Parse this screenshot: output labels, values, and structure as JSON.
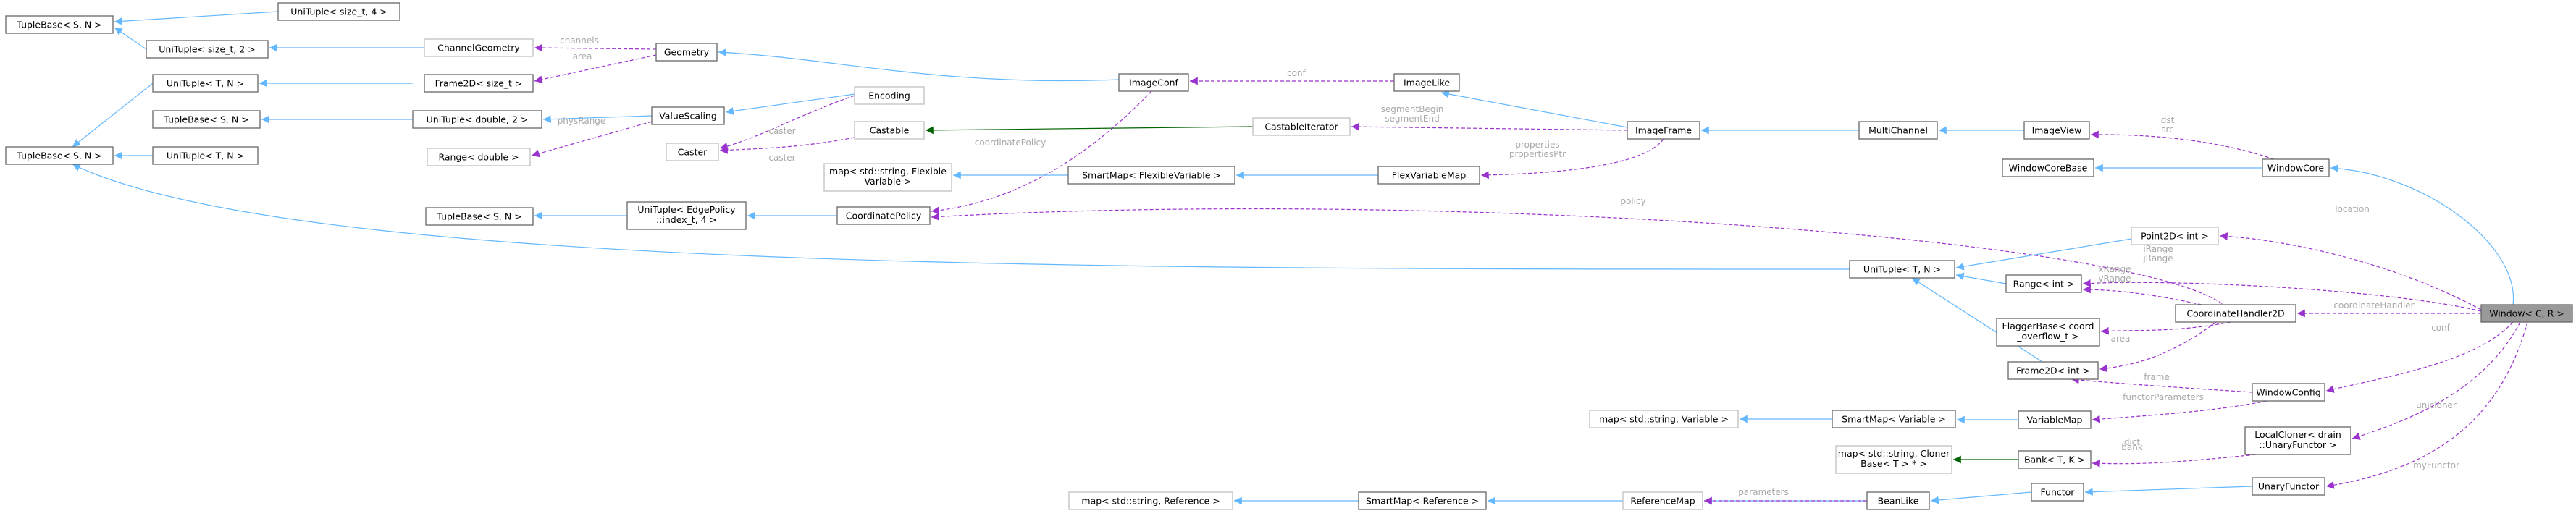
{
  "colors": {
    "inherit_edge": "#63b8ff",
    "usage_edge": "#9a32cd",
    "template_edge": "#006400",
    "node_border": "#666666",
    "node_border_light": "#bfbfbf",
    "node_highlight_fill": "#999999",
    "edge_label": "#a8a8a8"
  },
  "nodes": {
    "tb_size_t_n": [
      "TupleBase< S, N >"
    ],
    "unituple_size_t_4": [
      "UniTuple< size_t, 4 >"
    ],
    "unituple_size_t_2": [
      "UniTuple< size_t, 2 >"
    ],
    "channel_geometry": [
      "ChannelGeometry"
    ],
    "frame2d_size_t": [
      "Frame2D< size_t >"
    ],
    "geometry": [
      "Geometry"
    ],
    "unituple_t_n_a": [
      "UniTuple< T, N >"
    ],
    "tb_s_n_b": [
      "TupleBase< S, N >"
    ],
    "unituple_double_2": [
      "UniTuple< double, 2 >"
    ],
    "value_scaling": [
      "ValueScaling"
    ],
    "encoding": [
      "Encoding"
    ],
    "image_conf": [
      "ImageConf"
    ],
    "image_like": [
      "ImageLike"
    ],
    "tb_s_n_c": [
      "TupleBase< S, N >"
    ],
    "unituple_t_n_b": [
      "UniTuple< T, N >"
    ],
    "range_double": [
      "Range< double >"
    ],
    "caster": [
      "Caster"
    ],
    "castable": [
      "Castable"
    ],
    "castable_iterator": [
      "CastableIterator"
    ],
    "image_frame": [
      "ImageFrame"
    ],
    "multi_channel": [
      "MultiChannel"
    ],
    "image_view": [
      "ImageView"
    ],
    "map_flexible": [
      "map< std::string, Flexible",
      "Variable >"
    ],
    "smartmap_flexible": [
      "SmartMap< FlexibleVariable >"
    ],
    "flex_variable_map": [
      "FlexVariableMap"
    ],
    "window_core_base": [
      "WindowCoreBase"
    ],
    "window_core": [
      "WindowCore"
    ],
    "tb_s_n_d": [
      "TupleBase< S, N >"
    ],
    "unituple_edge_policy": [
      "UniTuple< EdgePolicy",
      "::index_t, 4 >"
    ],
    "coordinate_policy": [
      "CoordinatePolicy"
    ],
    "point2d_int": [
      "Point2D< int >"
    ],
    "unituple_t_n_c": [
      "UniTuple< T, N >"
    ],
    "range_int": [
      "Range< int >"
    ],
    "coordinate_handler_2d": [
      "CoordinateHandler2D"
    ],
    "window_c_r": [
      "Window< C, R >"
    ],
    "flagger_base": [
      "FlaggerBase< coord",
      "_overflow_t >"
    ],
    "frame2d_int": [
      "Frame2D< int >"
    ],
    "window_config": [
      "WindowConfig"
    ],
    "map_variable": [
      "map< std::string, Variable >"
    ],
    "smartmap_variable": [
      "SmartMap< Variable >"
    ],
    "variable_map": [
      "VariableMap"
    ],
    "local_cloner": [
      "LocalCloner< drain",
      "::UnaryFunctor >"
    ],
    "map_cloner": [
      "map< std::string, Cloner",
      "Base< T > * >"
    ],
    "bank_t_k": [
      "Bank< T, K >"
    ],
    "map_reference": [
      "map< std::string, Reference >"
    ],
    "smartmap_reference": [
      "SmartMap< Reference >"
    ],
    "reference_map": [
      "ReferenceMap"
    ],
    "bean_like": [
      "BeanLike"
    ],
    "functor": [
      "Functor"
    ],
    "unary_functor": [
      "UnaryFunctor"
    ]
  },
  "edge_labels": {
    "channels": [
      "channels"
    ],
    "area_geom": [
      "area"
    ],
    "phys_range": [
      "physRange"
    ],
    "caster_a": [
      "caster"
    ],
    "caster_b": [
      "caster"
    ],
    "conf": [
      "conf"
    ],
    "segment": [
      "segmentBegin",
      "segmentEnd"
    ],
    "properties": [
      "properties",
      "propertiesPtr"
    ],
    "coordinate_policy": [
      "coordinatePolicy"
    ],
    "dst_src": [
      "dst",
      "src"
    ],
    "policy": [
      "policy"
    ],
    "location": [
      "location"
    ],
    "irange": [
      "iRange",
      "jRange"
    ],
    "xrange": [
      "xRange",
      "yRange"
    ],
    "coordinate_handler": [
      "coordinateHandler"
    ],
    "conf_window": [
      "conf"
    ],
    "area_frame": [
      "area"
    ],
    "frame": [
      "frame"
    ],
    "functor_parameters": [
      "functorParameters"
    ],
    "unicloner": [
      "unicloner"
    ],
    "bank": [
      "bank"
    ],
    "parameters": [
      "parameters"
    ],
    "my_functor": [
      "myFunctor"
    ],
    "dict": [
      "dict"
    ]
  }
}
